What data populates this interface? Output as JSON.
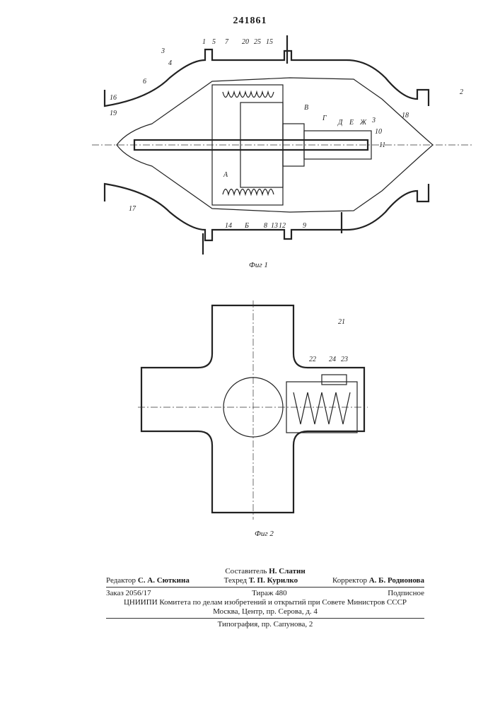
{
  "patent_number": "241861",
  "figure1": {
    "caption": "Фиг 1",
    "labels": [
      "1",
      "5",
      "7",
      "20",
      "25",
      "15",
      "3",
      "4",
      "6",
      "16",
      "19",
      "2",
      "18",
      "В",
      "Г",
      "Д",
      "Е",
      "Ж",
      "3",
      "10",
      "11",
      "А",
      "17",
      "14",
      "Б",
      "8",
      "13",
      "12",
      "9"
    ]
  },
  "figure2": {
    "caption": "Фиг 2",
    "labels": [
      "21",
      "22",
      "24",
      "23"
    ]
  },
  "imprint": {
    "compiler_role": "Составитель",
    "compiler": "Н. Слатин",
    "editor_role": "Редактор",
    "editor": "С. А. Сюткина",
    "techred_role": "Техред",
    "techred": "Т. П. Курилко",
    "corrector_role": "Корректор",
    "corrector": "А. Б. Родионова",
    "order": "Заказ 2056/17",
    "circulation": "Тираж 480",
    "subscription": "Подписное",
    "org": "ЦНИИПИ Комитета по делам изобретений и открытий при Совете Министров СССР",
    "address": "Москва, Центр, пр. Серова, д. 4",
    "printing": "Типография, пр. Сапунова, 2"
  }
}
